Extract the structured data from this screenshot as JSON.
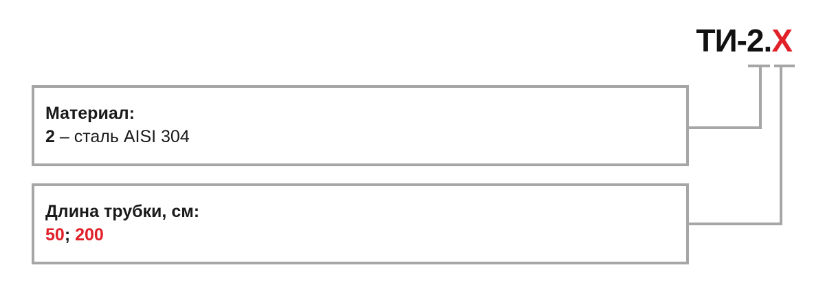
{
  "code": {
    "prefix": "ТИ-2.",
    "variable": "X"
  },
  "colors": {
    "accent": "#e1202a",
    "border": "#a6a6a6",
    "text": "#1a1a1a"
  },
  "blocks": [
    {
      "title": "Материал:",
      "value_bold": "2",
      "value_text": " – сталь AISI 304"
    },
    {
      "title": "Длина трубки, см:",
      "option_1": "50",
      "separator": "; ",
      "option_2": "200"
    }
  ]
}
